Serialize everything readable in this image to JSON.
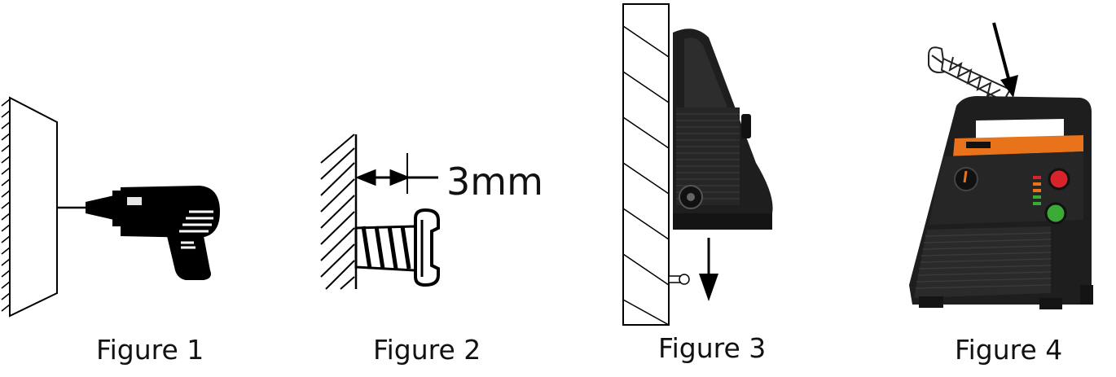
{
  "figures": [
    {
      "caption": "Figure 1",
      "illustration": "drill-into-wall"
    },
    {
      "caption": "Figure 2",
      "illustration": "screw-protruding",
      "dimension_label": "3mm"
    },
    {
      "caption": "Figure 3",
      "illustration": "energizer-hung-on-wall"
    },
    {
      "caption": "Figure 4",
      "illustration": "energizer-top-screw"
    }
  ],
  "device": {
    "body_color": "#1e1e1e",
    "label_color": "#e8731a",
    "red_button": "#d8232a",
    "green_button": "#3aa935"
  }
}
